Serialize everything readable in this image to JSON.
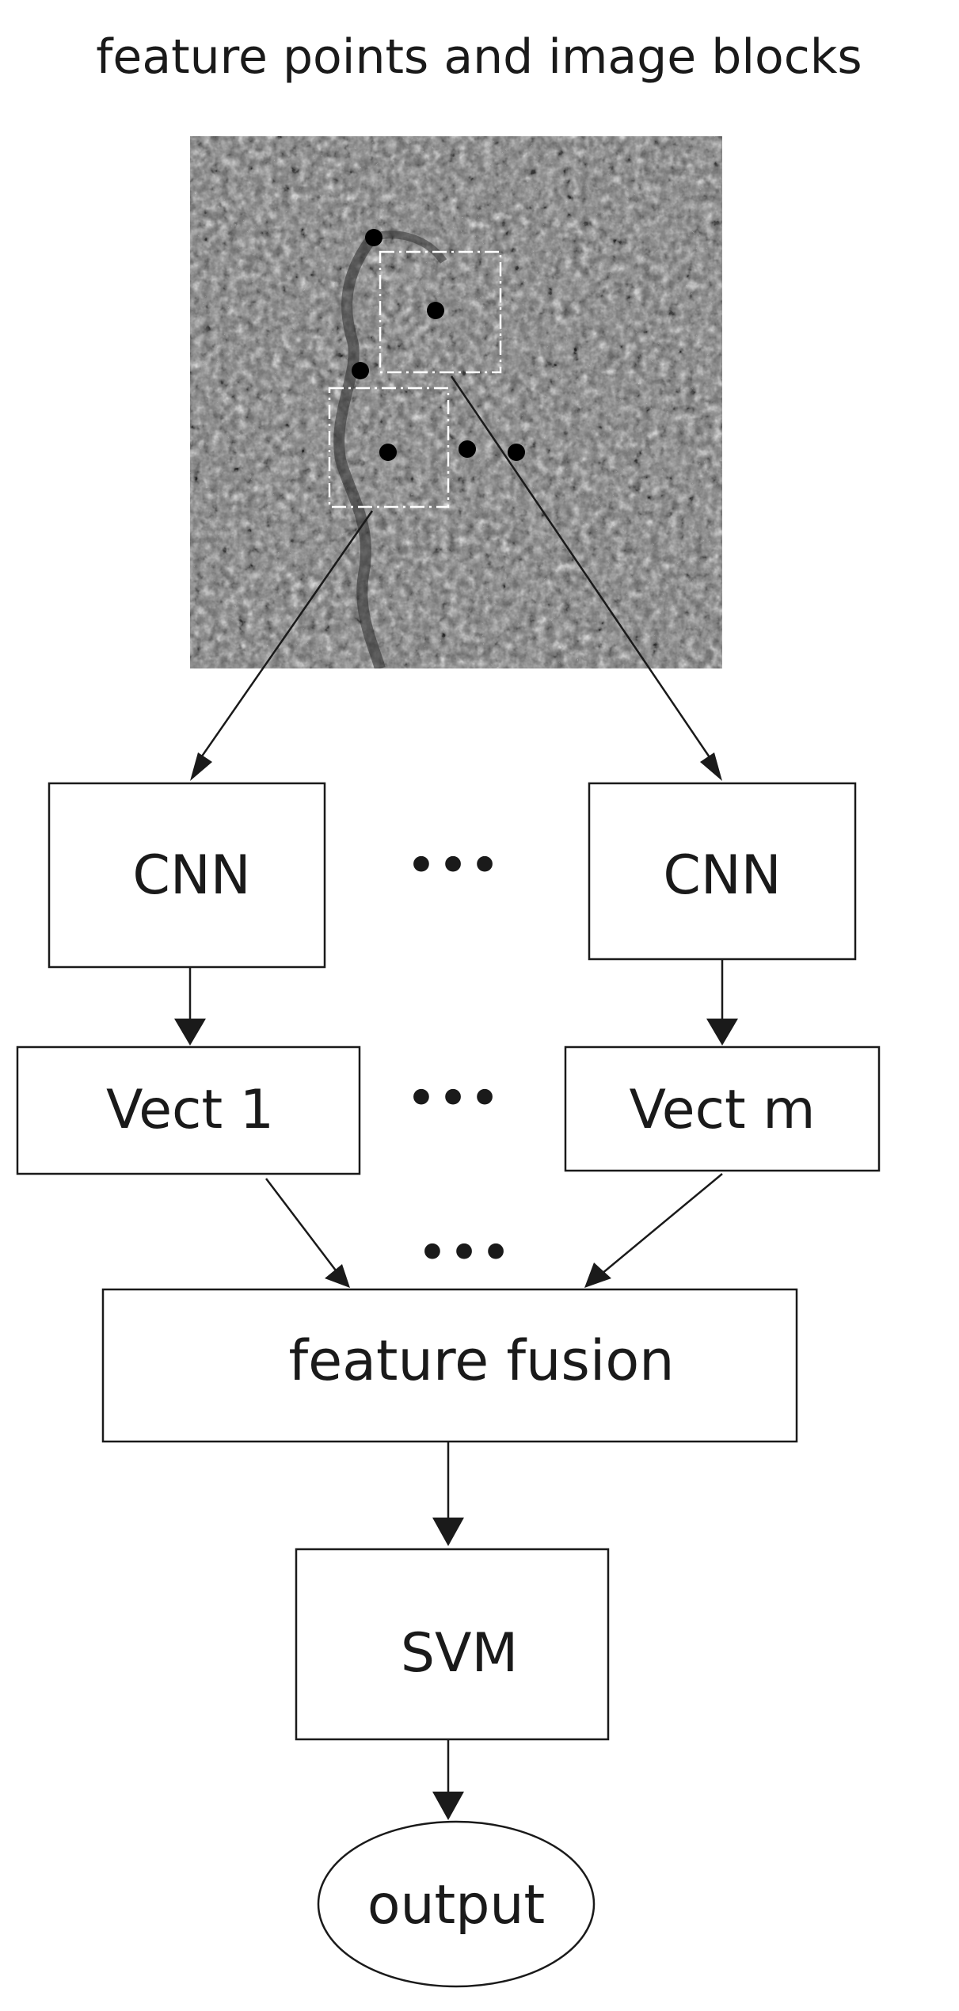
{
  "title": "feature points and image blocks",
  "nodes": {
    "cnn_left": "CNN",
    "cnn_right": "CNN",
    "vect_left": "Vect 1",
    "vect_right": "Vect m",
    "fusion": "feature fusion",
    "svm": "SVM",
    "output": "output"
  },
  "ellipses": {
    "cnn_row": "•••",
    "vect_row": "•••",
    "fusion_row": "•••"
  },
  "colors": {
    "stroke": "#1a1a1a",
    "roi_box": "#ffffff",
    "feature_point": "#000000"
  }
}
